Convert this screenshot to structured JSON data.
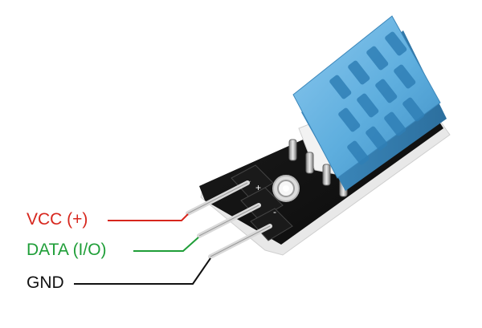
{
  "pins": [
    {
      "label": "VCC (+)",
      "color": "#d7261d"
    },
    {
      "label": "DATA (I/O)",
      "color": "#1f9e38"
    },
    {
      "label": "GND",
      "color": "#111111"
    }
  ],
  "board": {
    "silkscreen_plus": "+",
    "silkscreen_minus": "-",
    "pcb_color": "#121212",
    "sensor_color": "#5eaede"
  }
}
